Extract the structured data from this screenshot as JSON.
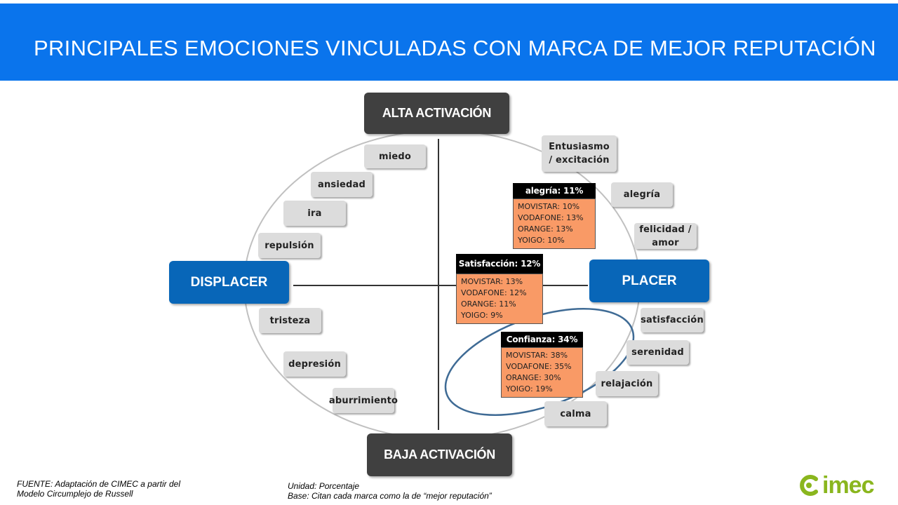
{
  "header": {
    "title": "PRINCIPALES EMOCIONES VINCULADAS CON MARCA DE MEJOR REPUTACIÓN"
  },
  "axes": {
    "top": "ALTA ACTIVACIÓN",
    "bottom": "BAJA ACTIVACIÓN",
    "left": "DISPLACER",
    "right": "PLACER"
  },
  "emotions": {
    "miedo": "miedo",
    "ansiedad": "ansiedad",
    "ira": "ira",
    "repulsion": "repulsión",
    "tristeza": "tristeza",
    "depresion": "depresión",
    "aburrimiento": "aburrimiento",
    "entusiasmo_1": "Entusiasmo",
    "entusiasmo_2": "/ excitación",
    "alegria": "alegría",
    "felicidad_1": "felicidad /",
    "felicidad_2": "amor",
    "satisfaccion": "satisfacción",
    "serenidad": "serenidad",
    "relajacion": "relajación",
    "calma": "calma"
  },
  "callouts": {
    "alegria": {
      "title": "alegría: 11%",
      "lines": [
        "MOVISTAR: 10%",
        "VODAFONE: 13%",
        "ORANGE: 13%",
        "YOIGO: 10%"
      ]
    },
    "satisfaccion": {
      "title": "Satisfacción: 12%",
      "lines": [
        "MOVISTAR: 13%",
        "VODAFONE: 12%",
        "ORANGE: 11%",
        "YOIGO: 9%"
      ]
    },
    "confianza": {
      "title": "Confianza: 34%",
      "lines": [
        "MOVISTAR: 38%",
        "VODAFONE: 35%",
        "ORANGE: 30%",
        "YOIGO: 19%"
      ]
    }
  },
  "footer": {
    "source_1": "FUENTE:  Adaptación de CIMEC a partir del",
    "source_2": "Modelo Circumplejo  de Russell",
    "unit": "Unidad: Porcentaje",
    "base": "Base: Citan cada marca como la de “mejor reputación”"
  },
  "logo": {
    "text": "imec",
    "color": "#8ab61e"
  },
  "colors": {
    "header": "#0a74ec",
    "pole": "#0866b8",
    "axis": "#404040",
    "callout_body": "#f99a66",
    "highlight_ellipse": "#3f6b95"
  }
}
